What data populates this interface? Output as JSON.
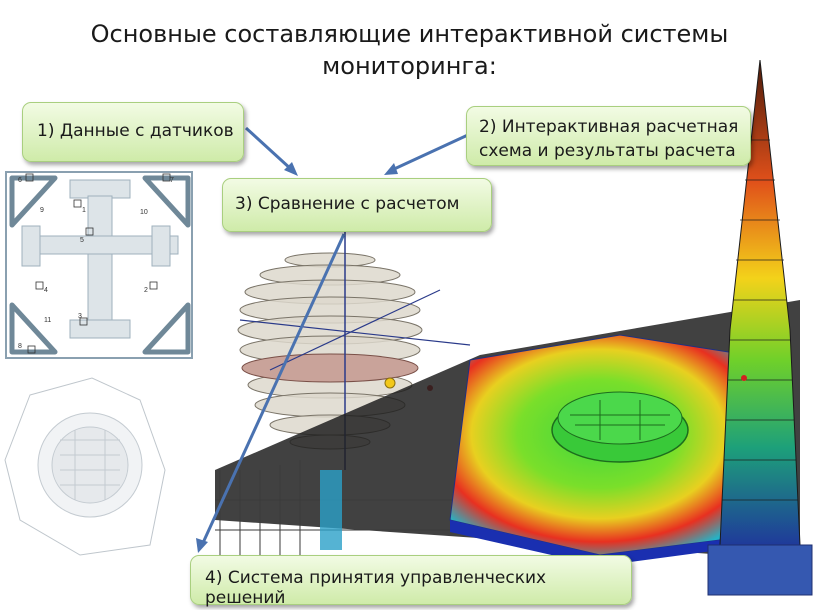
{
  "title": {
    "line1": "Основные составляющие интерактивной системы",
    "line2": "мониторинга:"
  },
  "boxes": {
    "sensors": "1) Данные с датчиков",
    "model_line1": "2) Интерактивная расчетная",
    "model_line2": "схема и результаты расчета",
    "compare": "3) Сравнение с расчетом",
    "decision": "4) Система принятия управленческих решений"
  },
  "plan_labels": [
    "6",
    "7",
    "9",
    "1",
    "10",
    "5",
    "4",
    "2",
    "11",
    "3",
    "8"
  ],
  "colors": {
    "box_fill_top": "#f2fbe4",
    "box_fill_bottom": "#cfeba9",
    "arrow": "#4a72b0",
    "heat_blue": "#1f3fd0",
    "heat_green": "#3fd63f",
    "heat_red": "#e83020"
  }
}
